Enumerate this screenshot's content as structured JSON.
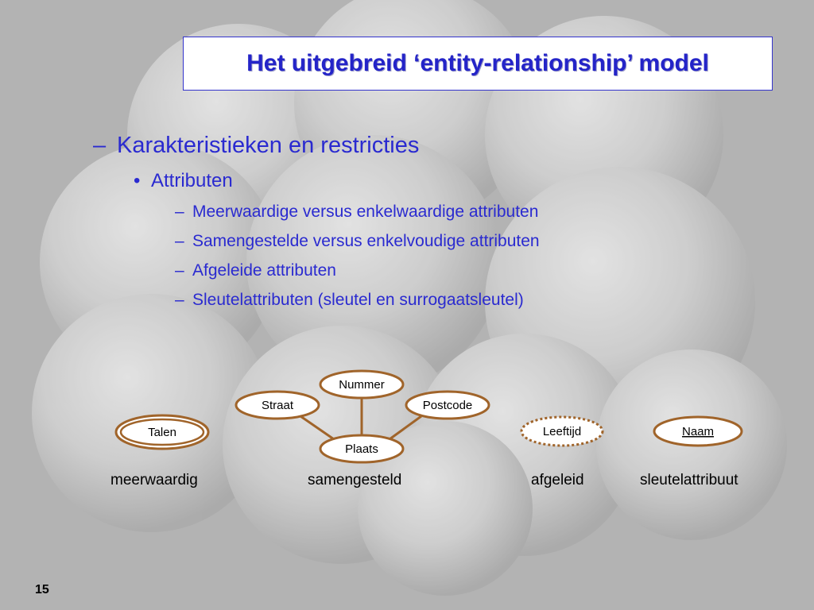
{
  "slide": {
    "title": "Het uitgebreid ‘entity-relationship’ model",
    "page_number": "15"
  },
  "bullets": {
    "level1": {
      "marker": "–",
      "text": "Karakteristieken en restricties"
    },
    "level2": {
      "marker": "•",
      "text": "Attributen"
    },
    "level3": [
      {
        "marker": "–",
        "text": "Meerwaardige versus enkelwaardige attributen"
      },
      {
        "marker": "–",
        "text": "Samengestelde versus enkelvoudige attributen"
      },
      {
        "marker": "–",
        "text": "Afgeleide attributen"
      },
      {
        "marker": "–",
        "text": "Sleutelattributen (sleutel en surrogaatsleutel)"
      }
    ]
  },
  "diagram": {
    "multivalued": {
      "node": "Talen",
      "caption": "meerwaardig"
    },
    "composite": {
      "nodes": {
        "top": "Nummer",
        "left": "Straat",
        "right": "Postcode",
        "center": "Plaats"
      },
      "caption": "samengesteld"
    },
    "derived": {
      "node": "Leeftijd",
      "caption": "afgeleid"
    },
    "key": {
      "node": "Naam",
      "caption": "sleutelattribuut"
    }
  },
  "colors": {
    "title_text": "#2424c8",
    "bullet_text": "#2a2ad0",
    "ellipse_stroke": "#a0642a",
    "background": "#b5b5b5"
  }
}
